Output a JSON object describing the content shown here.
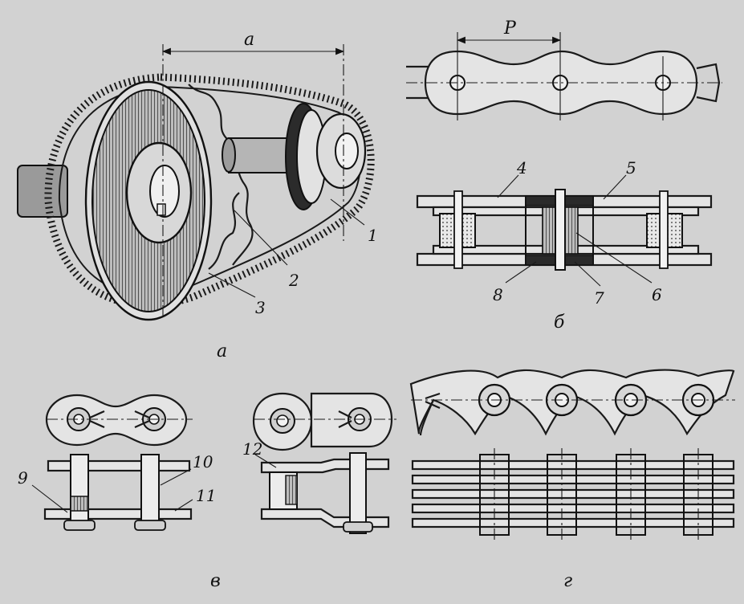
{
  "labels": {
    "a_dim": "a",
    "p_dim": "P",
    "n1": "1",
    "n2": "2",
    "n3": "3",
    "n4": "4",
    "n5": "5",
    "n6": "6",
    "n7": "7",
    "n8": "8",
    "n9": "9",
    "n10": "10",
    "n11": "11",
    "n12": "12",
    "cap_a": "а",
    "cap_b": "б",
    "cap_v": "в",
    "cap_g": "г"
  }
}
